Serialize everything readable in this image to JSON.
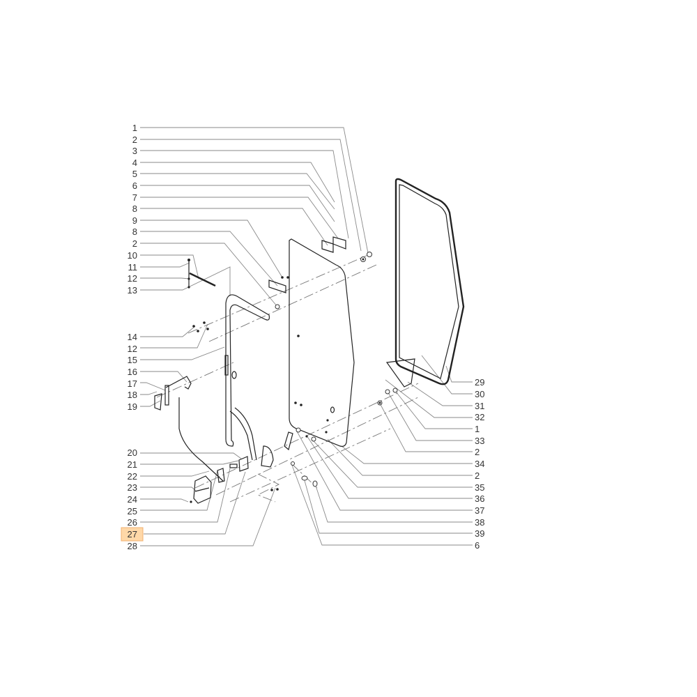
{
  "diagram": {
    "title": "",
    "highlight": {
      "label": "27",
      "fill": "#ffd8a8",
      "border": "#f0b070"
    },
    "left_callouts": [
      "1",
      "2",
      "3",
      "4",
      "5",
      "6",
      "7",
      "8",
      "9",
      "8",
      "2",
      "10",
      "11",
      "12",
      "13",
      "14",
      "12",
      "15",
      "16",
      "17",
      "18",
      "19",
      "20",
      "21",
      "22",
      "23",
      "24",
      "25",
      "26",
      "27",
      "28"
    ],
    "right_callouts": [
      "29",
      "30",
      "31",
      "32",
      "1",
      "33",
      "2",
      "34",
      "2",
      "35",
      "36",
      "37",
      "38",
      "39",
      "6"
    ],
    "parts": [
      {
        "id": "door-glass-panel",
        "callout": "34"
      },
      {
        "id": "door-frame-seal",
        "callout": "29"
      },
      {
        "id": "handle-tube-frame",
        "callout": "15"
      },
      {
        "id": "latch-cover",
        "callout": "23"
      }
    ]
  }
}
